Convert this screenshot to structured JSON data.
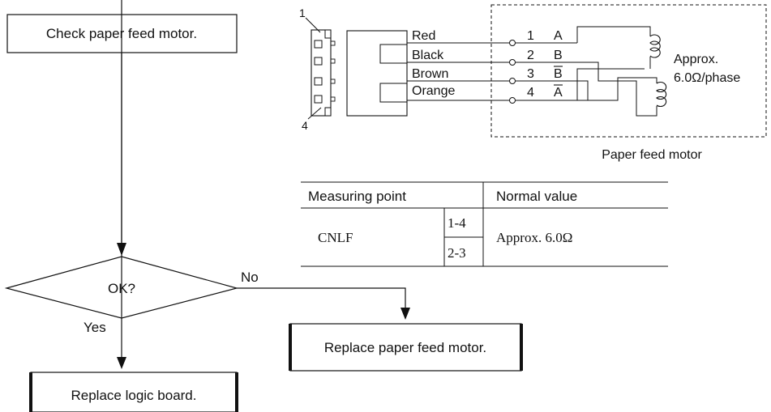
{
  "flow": {
    "start": "Check paper feed motor.",
    "decision": "OK?",
    "no_label": "No",
    "yes_label": "Yes",
    "no_action": "Replace paper feed motor.",
    "yes_action": "Replace logic board."
  },
  "schematic": {
    "pin_top": "1",
    "pin_bottom": "4",
    "wires": [
      {
        "color_name": "Red",
        "pin": "1",
        "phase": "A",
        "bar": false
      },
      {
        "color_name": "Black",
        "pin": "2",
        "phase": "B",
        "bar": false
      },
      {
        "color_name": "Brown",
        "pin": "3",
        "phase": "B",
        "bar": true
      },
      {
        "color_name": "Orange",
        "pin": "4",
        "phase": "A",
        "bar": true
      }
    ],
    "coil_label_1": "Approx.",
    "coil_label_2": "6.0Ω/phase",
    "motor_label": "Paper feed motor"
  },
  "table": {
    "header_point": "Measuring point",
    "header_value": "Normal value",
    "connector": "CNLF",
    "pair_1": "1-4",
    "pair_2": "2-3",
    "value": "Approx. 6.0Ω"
  }
}
